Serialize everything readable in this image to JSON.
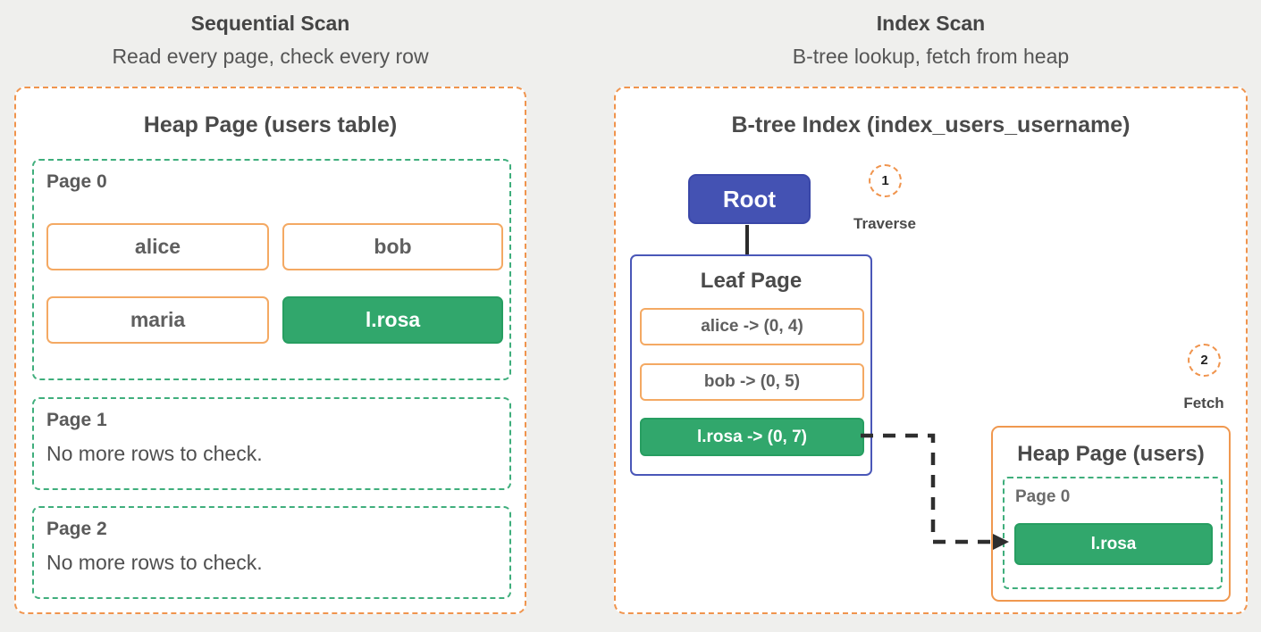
{
  "left_panel": {
    "title": "Sequential Scan",
    "subtitle": "Read every page, check every row",
    "box_title": "Heap Page (users table)",
    "page0": {
      "label": "Page 0",
      "rows": [
        {
          "text": "alice",
          "highlight": false
        },
        {
          "text": "bob",
          "highlight": false
        },
        {
          "text": "maria",
          "highlight": false
        },
        {
          "text": "l.rosa",
          "highlight": true
        }
      ]
    },
    "page1": {
      "label": "Page 1",
      "text": "No more rows to check."
    },
    "page2": {
      "label": "Page 2",
      "text": "No more rows to check."
    }
  },
  "right_panel": {
    "title": "Index Scan",
    "subtitle": "B-tree lookup, fetch from heap",
    "box_title": "B-tree Index (index_users_username)",
    "root_label": "Root",
    "steps": [
      {
        "number": "1",
        "label": "Traverse"
      },
      {
        "number": "2",
        "label": "Fetch"
      }
    ],
    "leaf_page": {
      "title": "Leaf Page",
      "rows": [
        {
          "text": "alice -> (0, 4)",
          "highlight": false
        },
        {
          "text": "bob -> (0, 5)",
          "highlight": false
        },
        {
          "text": "l.rosa -> (0, 7)",
          "highlight": true
        }
      ]
    },
    "heap_page": {
      "title": "Heap Page (users)",
      "page_label": "Page 0",
      "row": "l.rosa"
    }
  },
  "colors": {
    "background": "#efefed",
    "accent_orange": "#f0944d",
    "accent_green": "#31a76c",
    "green_dashed_border": "#3fae7c",
    "indigo": "#4452b3",
    "text": "#4a4a4a",
    "connector": "#2e2e2e"
  }
}
